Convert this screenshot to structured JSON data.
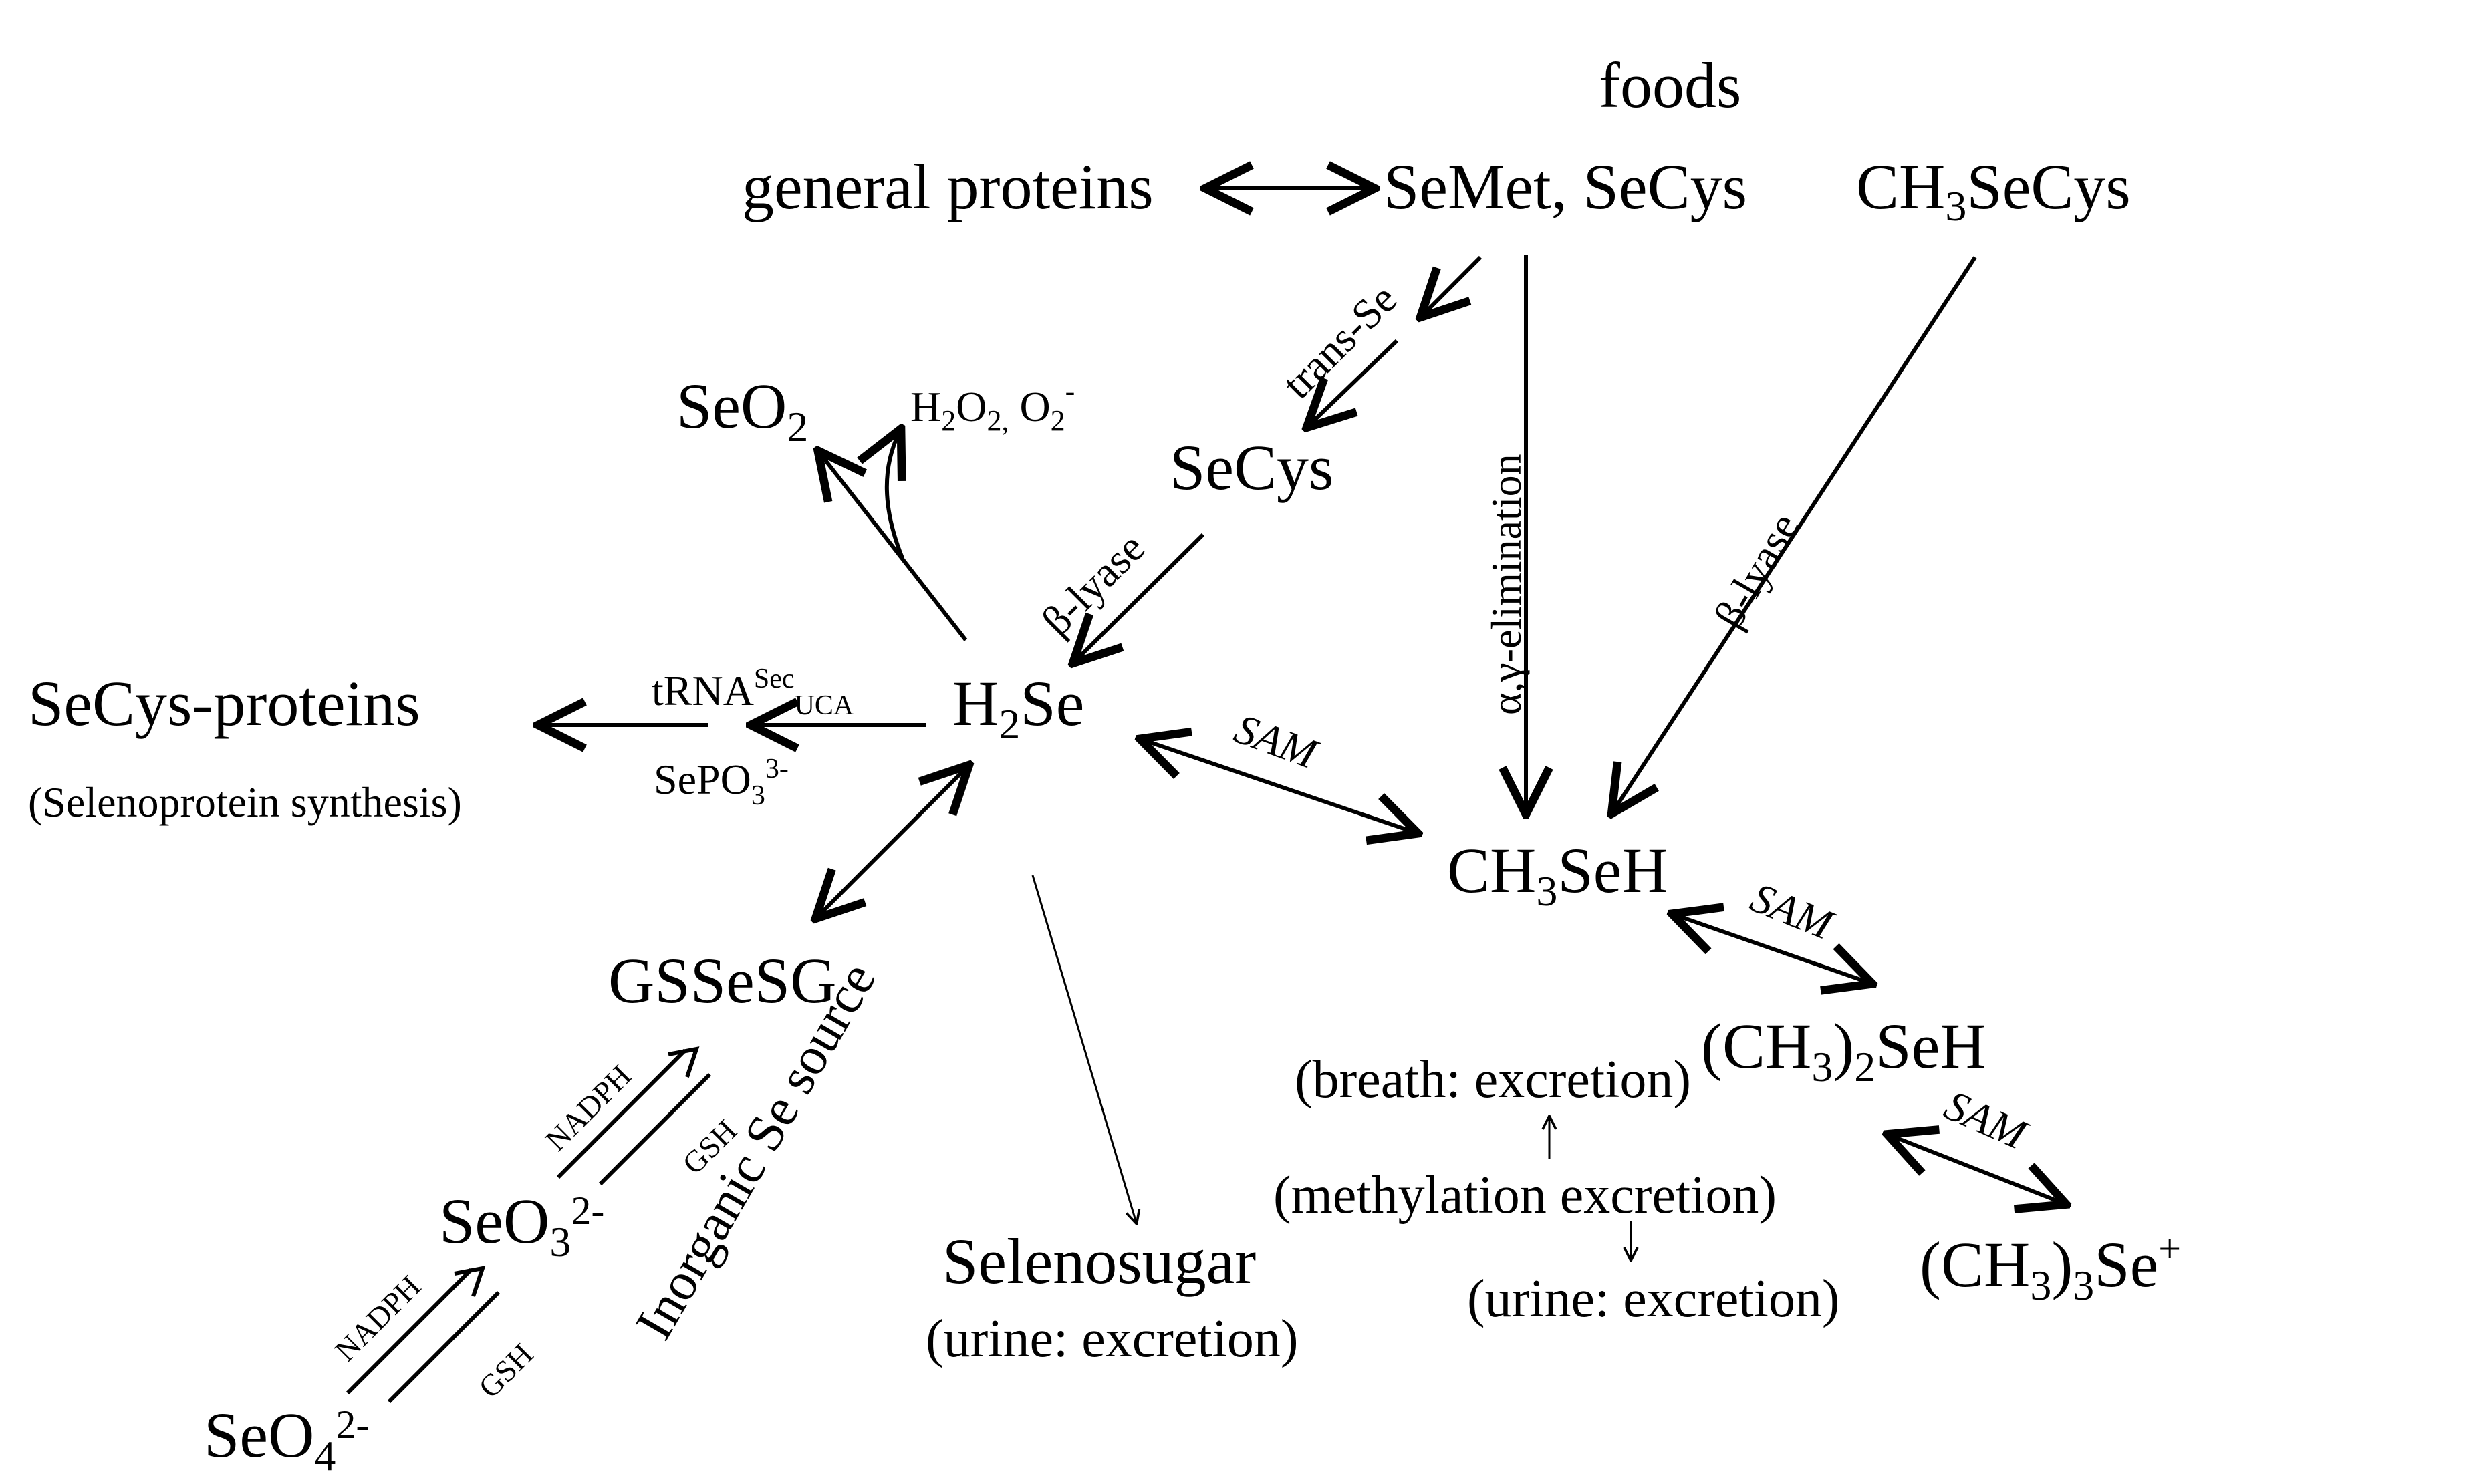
{
  "diagram": {
    "foods": "foods",
    "general_proteins": "general proteins",
    "semet_secys": "SeMet, SeCys",
    "ch3secys": {
      "a": "CH",
      "sub": "3",
      "b": "SeCys"
    },
    "trans_se": "trans-Se",
    "secys": "SeCys",
    "alpha_gamma": "α,γ-elimination",
    "beta_lyase_right": "β-lyase",
    "beta_lyase_left": "β-lyase",
    "seo2": {
      "a": "SeO",
      "sub": "2"
    },
    "h2o2_o2": {
      "a": "H",
      "s1": "2",
      "b": "O",
      "s2": "2,",
      "c": " O",
      "s3": "2",
      "sup": "-"
    },
    "h2se": {
      "a": "H",
      "sub": "2",
      "b": "Se"
    },
    "secys_proteins": "SeCys-proteins",
    "selenoprotein_synthesis": "(Selenoprotein synthesis)",
    "trna": {
      "a": "tRNA",
      "sup": "Sec",
      "sub": "UCA"
    },
    "sepo3": {
      "a": "SePO",
      "sub": "3",
      "sup": "3-"
    },
    "sam1": "SAM",
    "sam2": "SAM",
    "sam3": "SAM",
    "ch3seh": {
      "a": "CH",
      "sub": "3",
      "b": "SeH"
    },
    "gssesg": "GSSeSG",
    "inorganic_se": "Inorganic Se source",
    "nadph1": "NADPH",
    "gsh1": "GSH",
    "nadph2": "NADPH",
    "gsh2": "GSH",
    "seo3": {
      "a": "SeO",
      "sub": "3",
      "sup": "2-"
    },
    "seo4": {
      "a": "SeO",
      "sub": "4",
      "sup": "2-"
    },
    "dimethyl": {
      "a": "(CH",
      "sub": "3",
      "b": ")",
      "sub2": "2",
      "c": "SeH"
    },
    "breath": "(breath: excretion)",
    "methylation": "(methylation excretion)",
    "urine1": "(urine: excretion)",
    "trimethyl": {
      "a": "(CH",
      "sub": "3",
      "b": ")",
      "sub2": "3",
      "c": "Se",
      "sup": "+"
    },
    "selenosugar": "Selenosugar",
    "urine2": "(urine: excretion)"
  }
}
